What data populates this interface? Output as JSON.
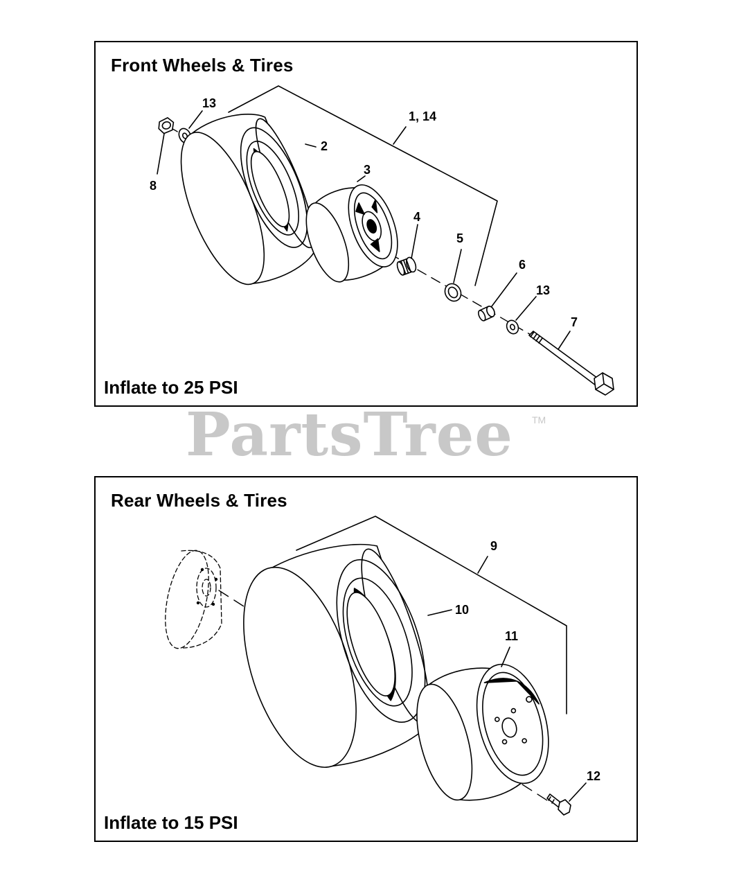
{
  "front": {
    "title": "Front Wheels & Tires",
    "note": "Inflate to 25 PSI",
    "callouts": [
      "13",
      "1, 14",
      "2",
      "8",
      "3",
      "4",
      "5",
      "6",
      "13",
      "7"
    ]
  },
  "rear": {
    "title": "Rear Wheels & Tires",
    "note": "Inflate to 15 PSI",
    "callouts": [
      "9",
      "10",
      "11",
      "12"
    ]
  },
  "watermark": {
    "text": "PartsTree",
    "tm": "TM"
  }
}
